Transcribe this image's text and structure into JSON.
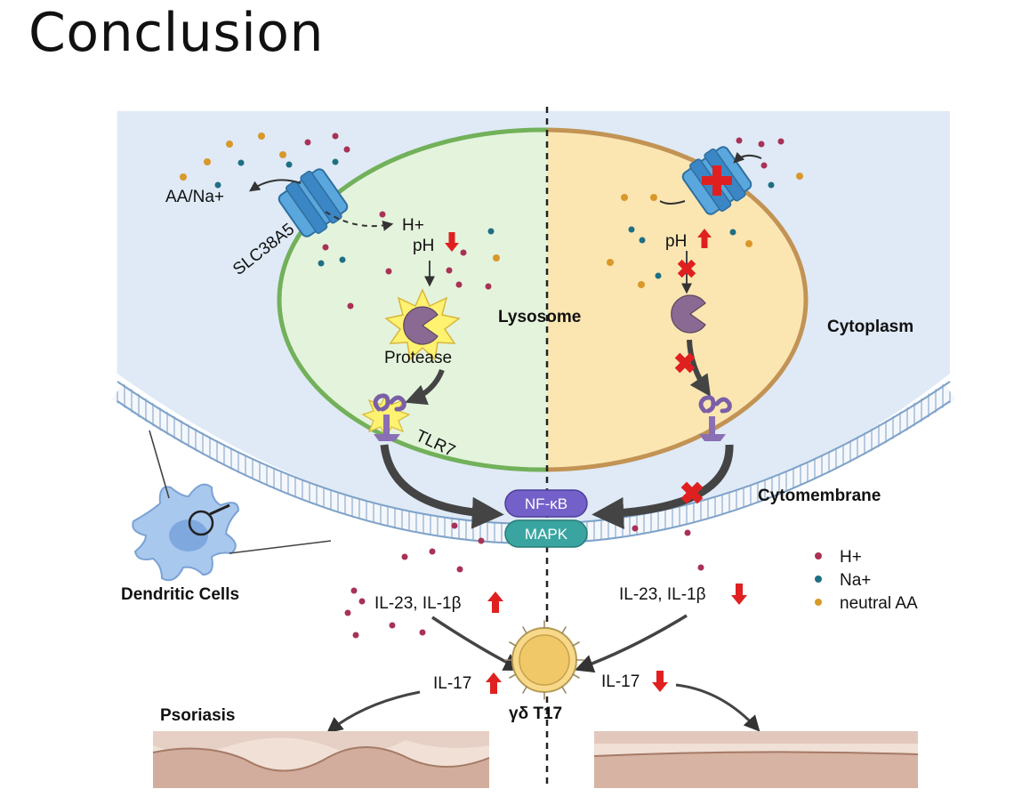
{
  "title": "Conclusion",
  "labels": {
    "aa_na": "AA/Na+",
    "slc": "SLC38A5",
    "h_plus": "H+",
    "ph": "pH",
    "protease": "Protease",
    "lysosome": "Lysosome",
    "tlr7": "TLR7",
    "cytoplasm": "Cytoplasm",
    "cytomembrane": "Cytomembrane",
    "nfkb": "NF-κB",
    "mapk": "MAPK",
    "dendritic": "Dendritic Cells",
    "il23_left": "IL-23, IL-1β",
    "il23_right": "IL-23, IL-1β",
    "il17_left": "IL-17",
    "il17_right": "IL-17",
    "gd_t17": "γδ T17",
    "psoriasis": "Psoriasis"
  },
  "legend": [
    {
      "label": "H+",
      "color": "#a83255"
    },
    {
      "label": "Na+",
      "color": "#1f6f84"
    },
    {
      "label": "neutral AA",
      "color": "#d9982a"
    }
  ],
  "colors": {
    "cytoplasm": "#dfeaf6",
    "lysosome_left": "#e4f3dc",
    "lysosome_right": "#fbe6b2",
    "lysosome_border_left": "#72b15a",
    "lysosome_border_right": "#c29354",
    "protease": "#8a6a92",
    "tlr7": "#8a6fb4",
    "nfkb": "#7360c8",
    "mapk": "#3aa5a0",
    "up_down_arrow": "#e02020",
    "block_x": "#e02020"
  }
}
